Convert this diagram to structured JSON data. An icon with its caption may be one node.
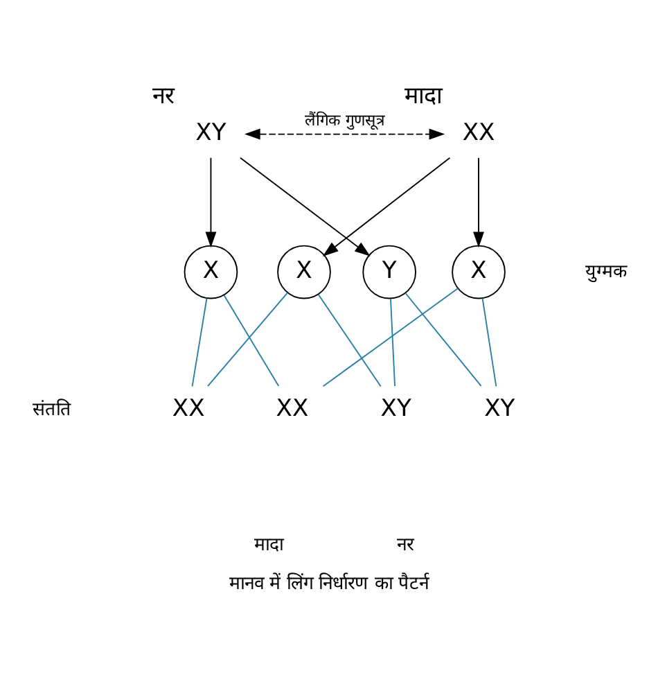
{
  "diagram": {
    "caption": "मानव में लिंग निर्धारण का पैटर्न",
    "nodes": [
      {
        "text": [
          "XY"
        ],
        "beside": [
          "नर"
        ]
      },
      {
        "text": [
          "XX"
        ],
        "beside": [
          "मादा"
        ]
      },
      {
        "text": [
          "X"
        ]
      },
      {
        "text": [
          "Y"
        ]
      },
      {
        "text": [
          "X"
        ]
      },
      {
        "text": [
          "X"
        ]
      },
      {
        "text": [
          "XX"
        ]
      },
      {
        "text": [
          "XX"
        ]
      },
      {
        "text": [
          "XY"
        ]
      },
      {
        "text": [
          "XY"
        ]
      }
    ],
    "edges": [
      {
        "from": 0,
        "to": 1,
        "arrow": "both",
        "style": "dashed",
        "label": "लैंगिक गुणसूत्र",
        "color": "#000000"
      },
      {
        "from": 0,
        "to": 2,
        "arrow": "to",
        "color": "#000000"
      },
      {
        "from": 0,
        "to": 3,
        "arrow": "to",
        "color": "#000000"
      },
      {
        "from": 1,
        "to": 4,
        "arrow": "to",
        "color": "#000000"
      },
      {
        "from": 1,
        "to": 5,
        "arrow": "to",
        "color": "#000000"
      },
      {
        "from": 2,
        "to": 6,
        "arrow": "none"
      },
      {
        "from": 2,
        "to": 7,
        "arrow": "none"
      },
      {
        "from": 3,
        "to": 8,
        "arrow": "none"
      },
      {
        "from": 3,
        "to": 9,
        "arrow": "none"
      },
      {
        "from": 4,
        "to": 6,
        "arrow": "none"
      },
      {
        "from": 4,
        "to": 8,
        "arrow": "none"
      },
      {
        "from": 5,
        "to": 7,
        "arrow": "none"
      },
      {
        "from": 5,
        "to": 9,
        "arrow": "none"
      }
    ],
    "labels": [
      "युग्मक",
      "संतति",
      "मादा",
      "नर"
    ]
  }
}
